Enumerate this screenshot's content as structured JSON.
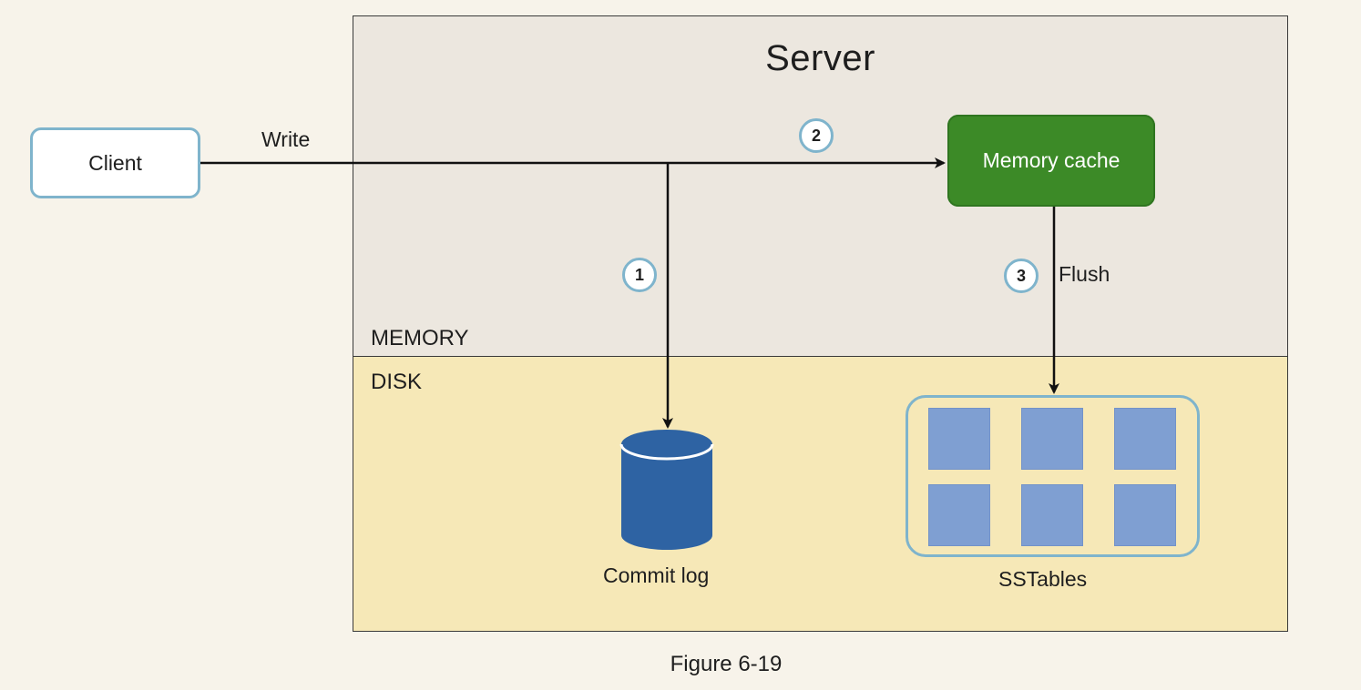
{
  "diagram": {
    "server_title": "Server",
    "memory_label": "MEMORY",
    "disk_label": "DISK",
    "client_label": "Client",
    "write_label": "Write",
    "memory_cache_label": "Memory cache",
    "flush_label": "Flush",
    "commit_log_label": "Commit log",
    "sstables_label": "SSTables",
    "steps": [
      "1",
      "2",
      "3"
    ],
    "caption": "Figure 6-19"
  },
  "colors": {
    "memory_zone": "#ece7df",
    "disk_zone": "#f6e8b7",
    "cache_green": "#3c8a27",
    "outline_blue": "#7fb4cc",
    "cylinder_blue": "#2e63a3",
    "sstable_cell": "#7f9fd2"
  }
}
